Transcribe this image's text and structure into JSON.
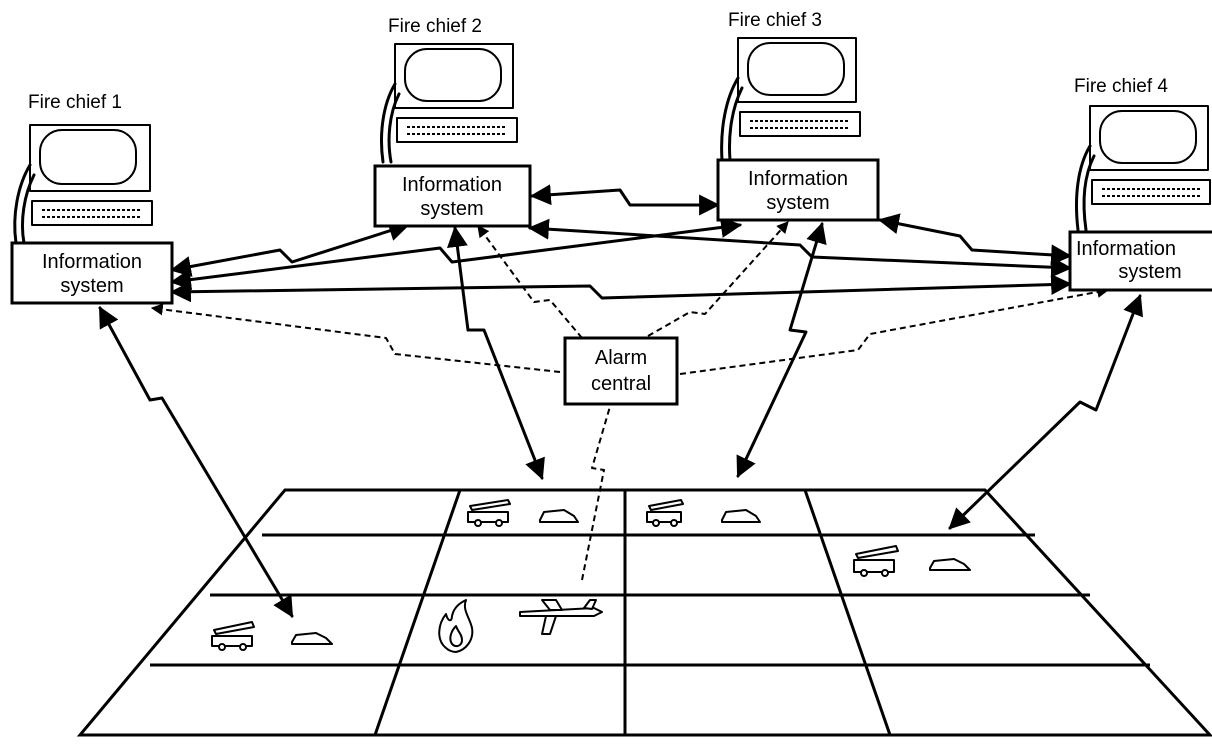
{
  "chiefs": [
    {
      "label": "Fire chief 1",
      "system_line1": "Information",
      "system_line2": "system"
    },
    {
      "label": "Fire chief 2",
      "system_line1": "Information",
      "system_line2": "system"
    },
    {
      "label": "Fire chief 3",
      "system_line1": "Information",
      "system_line2": "system"
    },
    {
      "label": "Fire chief 4",
      "system_line1": "Information",
      "system_line2": "system"
    }
  ],
  "alarm": {
    "line1": "Alarm",
    "line2": "central"
  },
  "icons": {
    "terminal": "computer-terminal-icon",
    "fire_truck": "fire-truck-icon",
    "car": "car-icon",
    "fire": "fire-icon",
    "airplane": "airplane-icon"
  }
}
